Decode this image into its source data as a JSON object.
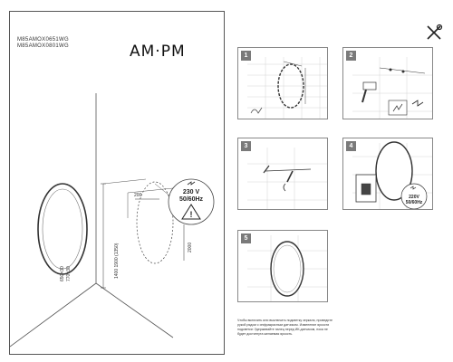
{
  "doc": {
    "models": [
      "M85AMOX0651WG",
      "M85AMOX0801WG"
    ],
    "logo": "AM·PM",
    "sizes": [
      "650×30",
      "770×30"
    ],
    "dim_height": "1400 1900 (1350)",
    "dim_left": "200",
    "dim_right": "2000",
    "power_label": "230 V",
    "power_freq": "50/60Hz"
  },
  "steps": [
    {
      "num": "1"
    },
    {
      "num": "2"
    },
    {
      "num": "3"
    },
    {
      "num": "4",
      "power_label": "220V",
      "power_freq": "50/60Hz"
    },
    {
      "num": "5"
    }
  ],
  "note": {
    "text": "Чтобы включить или выключить подсветку зеркала, проведите рукой рядом с инфракрасным датчиком. Изменение яркости подсветки: Удерживайте палец перед ИК-датчиком, пока не будет достигнута желаемая яркость."
  },
  "icons": {
    "tools": "screwdriver-wrench-icon",
    "warning": "warning-triangle-icon",
    "electric": "electric-bolt-icon"
  }
}
